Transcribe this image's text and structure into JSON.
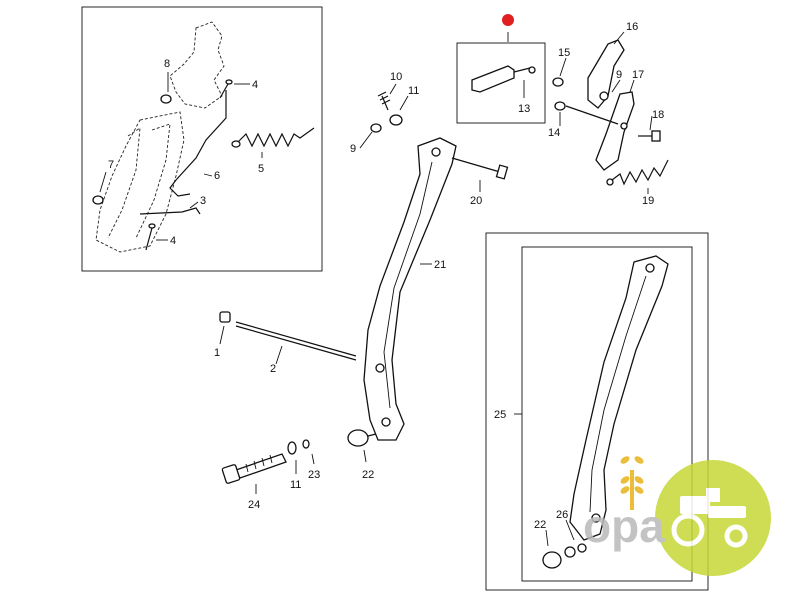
{
  "highlight_color": "#e02020",
  "watermark": {
    "text": "opa",
    "colors": {
      "text": "#b9b9b9",
      "badge": "#c6d836",
      "wheat": "#e8b21a"
    }
  },
  "callouts": {
    "c1": "1",
    "c2": "2",
    "c3": "3",
    "c4a": "4",
    "c4b": "4",
    "c5": "5",
    "c6": "6",
    "c7": "7",
    "c8": "8",
    "c9a": "9",
    "c9b": "9",
    "c10": "10",
    "c11a": "11",
    "c11b": "11",
    "c13": "13",
    "c14": "14",
    "c15": "15",
    "c16": "16",
    "c17": "17",
    "c18": "18",
    "c19": "19",
    "c20": "20",
    "c21": "21",
    "c22a": "22",
    "c22b": "22",
    "c23": "23",
    "c24": "24",
    "c25": "25",
    "c26": "26"
  }
}
